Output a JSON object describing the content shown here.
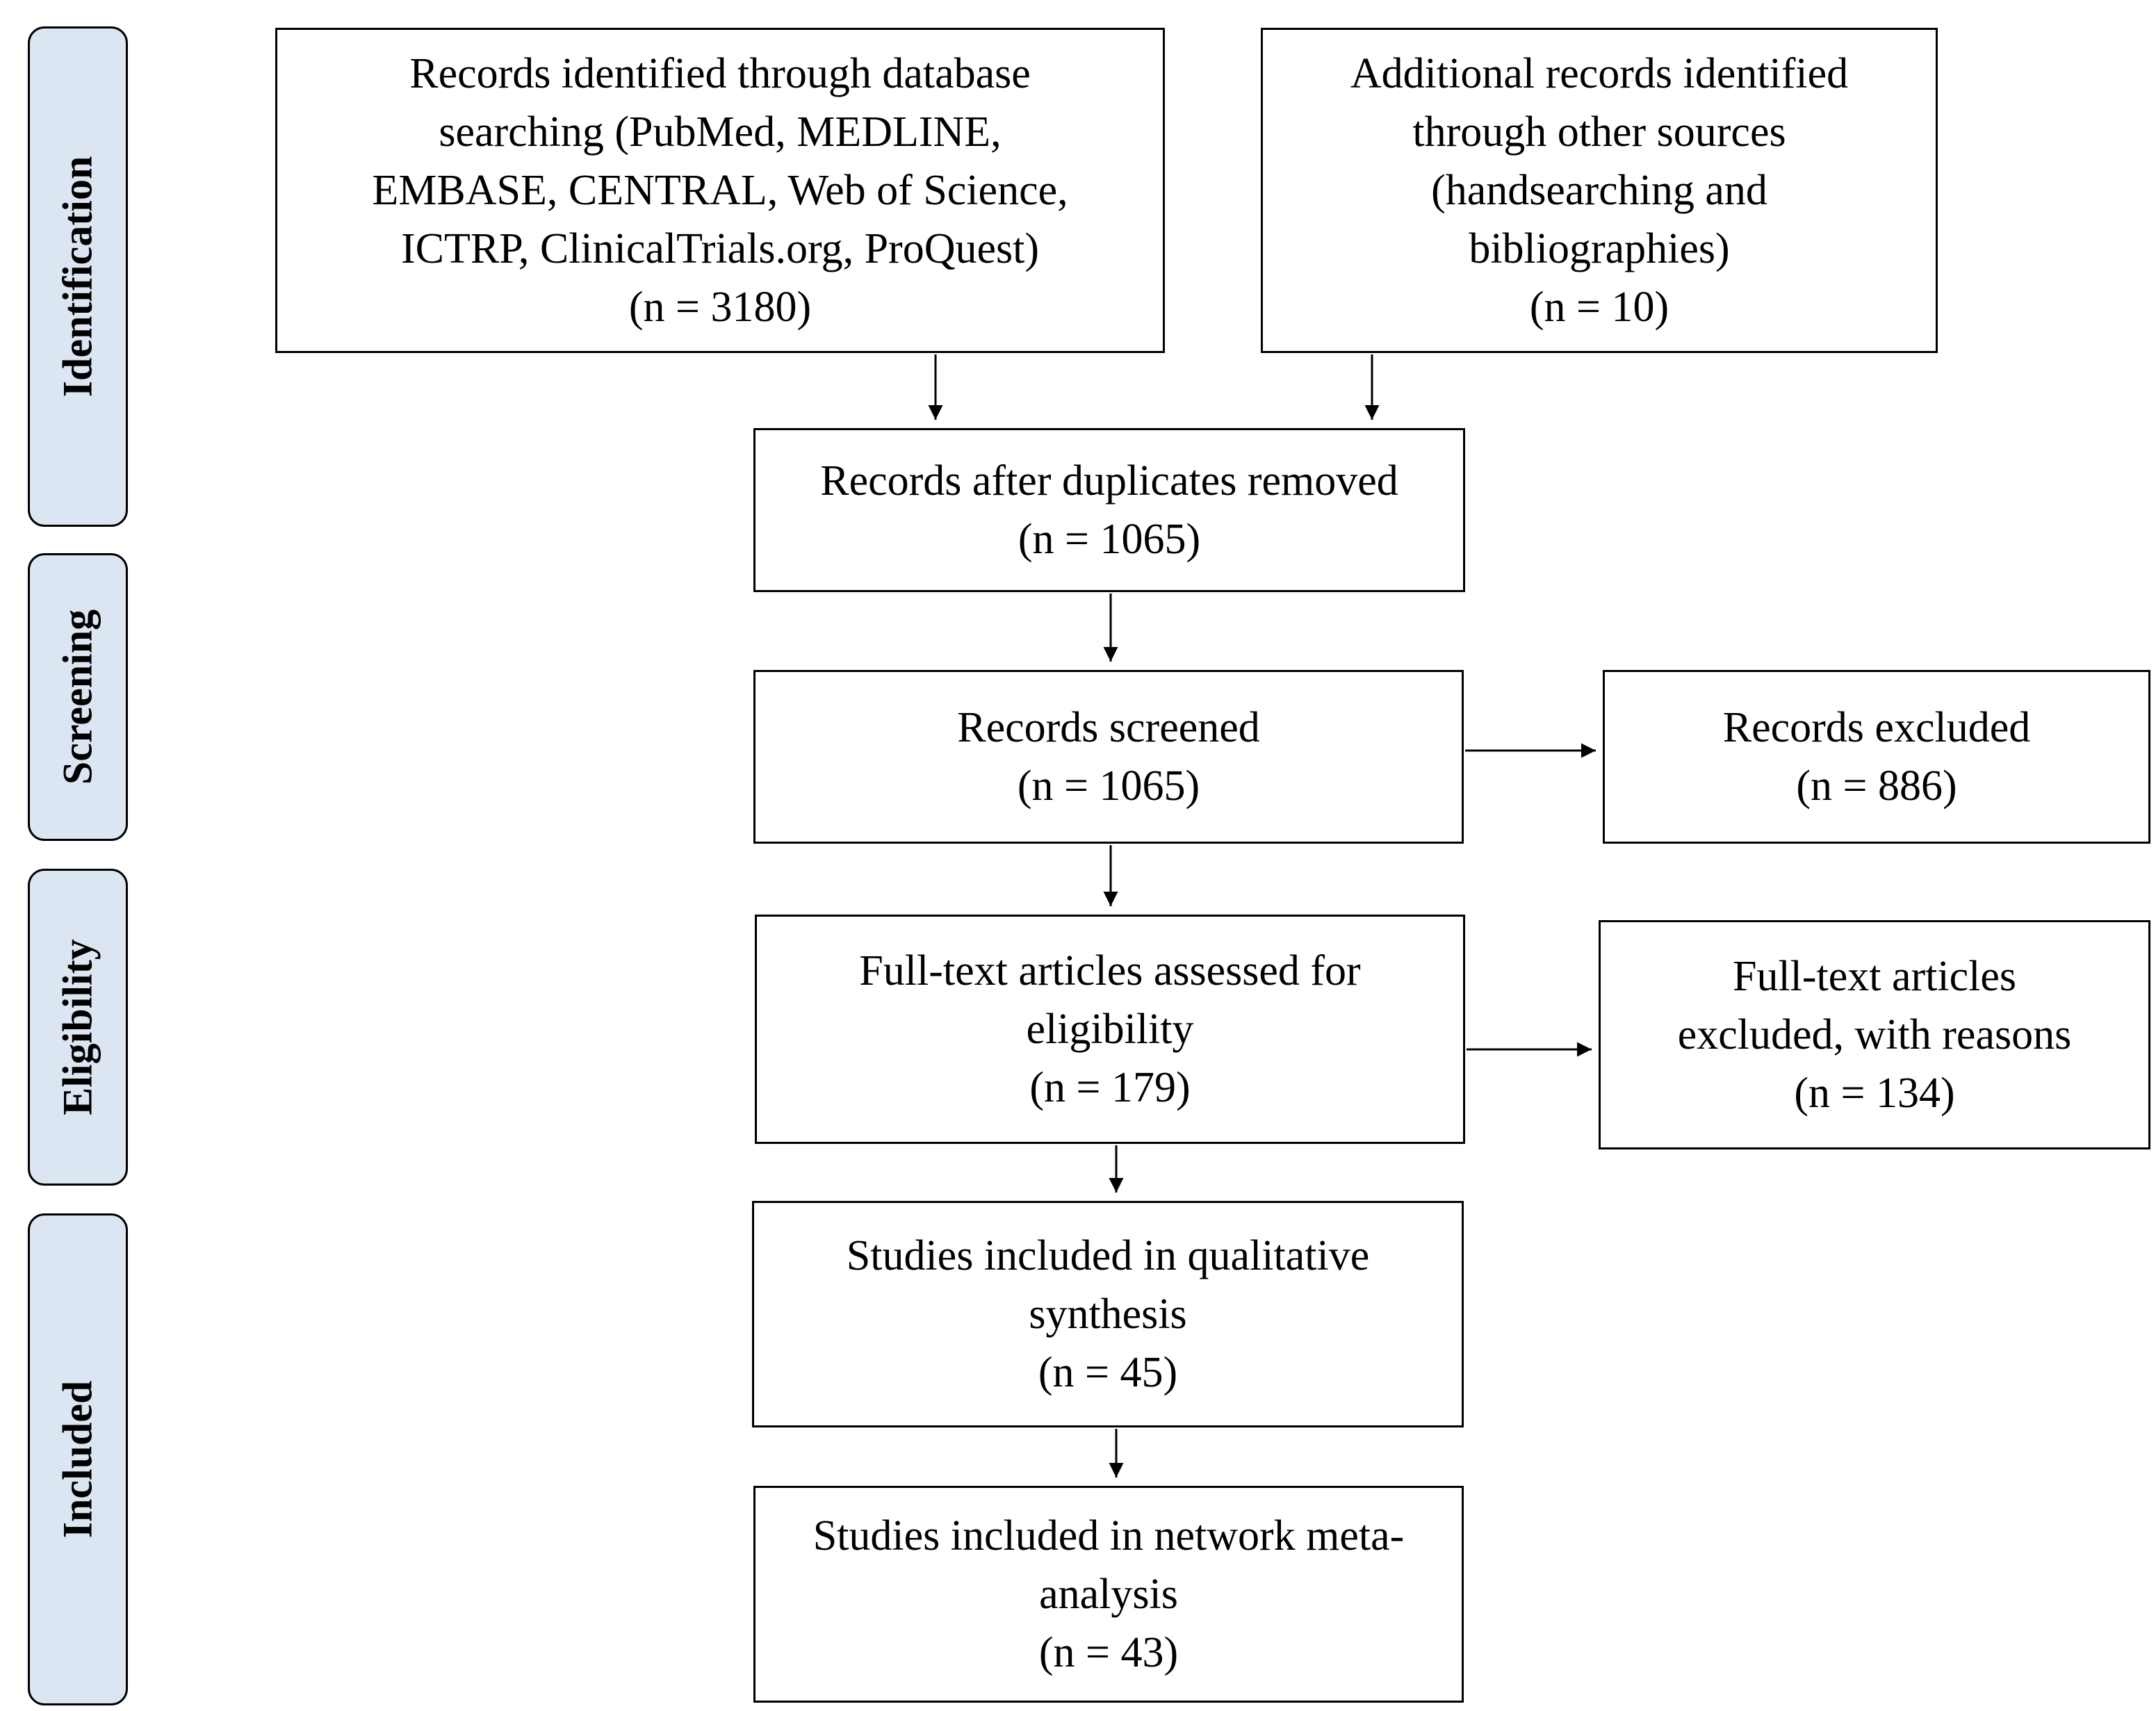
{
  "stages": [
    {
      "id": "identification",
      "label": "Identification"
    },
    {
      "id": "screening",
      "label": "Screening"
    },
    {
      "id": "eligibility",
      "label": "Eligibility"
    },
    {
      "id": "included",
      "label": "Included"
    }
  ],
  "boxes": {
    "database_records": {
      "lines": [
        "Records identified through database",
        "searching (PubMed, MEDLINE,",
        "EMBASE, CENTRAL, Web of Science,",
        "ICTRP, ClinicalTrials.org, ProQuest)",
        "(n = 3180)"
      ]
    },
    "other_records": {
      "lines": [
        "Additional records identified",
        "through other sources",
        "(handsearching and",
        "bibliographies)",
        "(n = 10)"
      ]
    },
    "after_duplicates": {
      "lines": [
        "Records after duplicates removed",
        "(n = 1065)"
      ]
    },
    "screened": {
      "lines": [
        "Records screened",
        "(n = 1065)"
      ]
    },
    "excluded": {
      "lines": [
        "Records excluded",
        "(n = 886)"
      ]
    },
    "fulltext_assessed": {
      "lines": [
        "Full-text articles assessed for",
        "eligibility",
        "(n = 179)"
      ]
    },
    "fulltext_excluded": {
      "lines": [
        "Full-text articles",
        "excluded, with reasons",
        "(n = 134)"
      ]
    },
    "qualitative": {
      "lines": [
        "Studies included in qualitative",
        "synthesis",
        "(n = 45)"
      ]
    },
    "network_meta": {
      "lines": [
        "Studies included in network meta-",
        "analysis",
        "(n = 43)"
      ]
    }
  }
}
